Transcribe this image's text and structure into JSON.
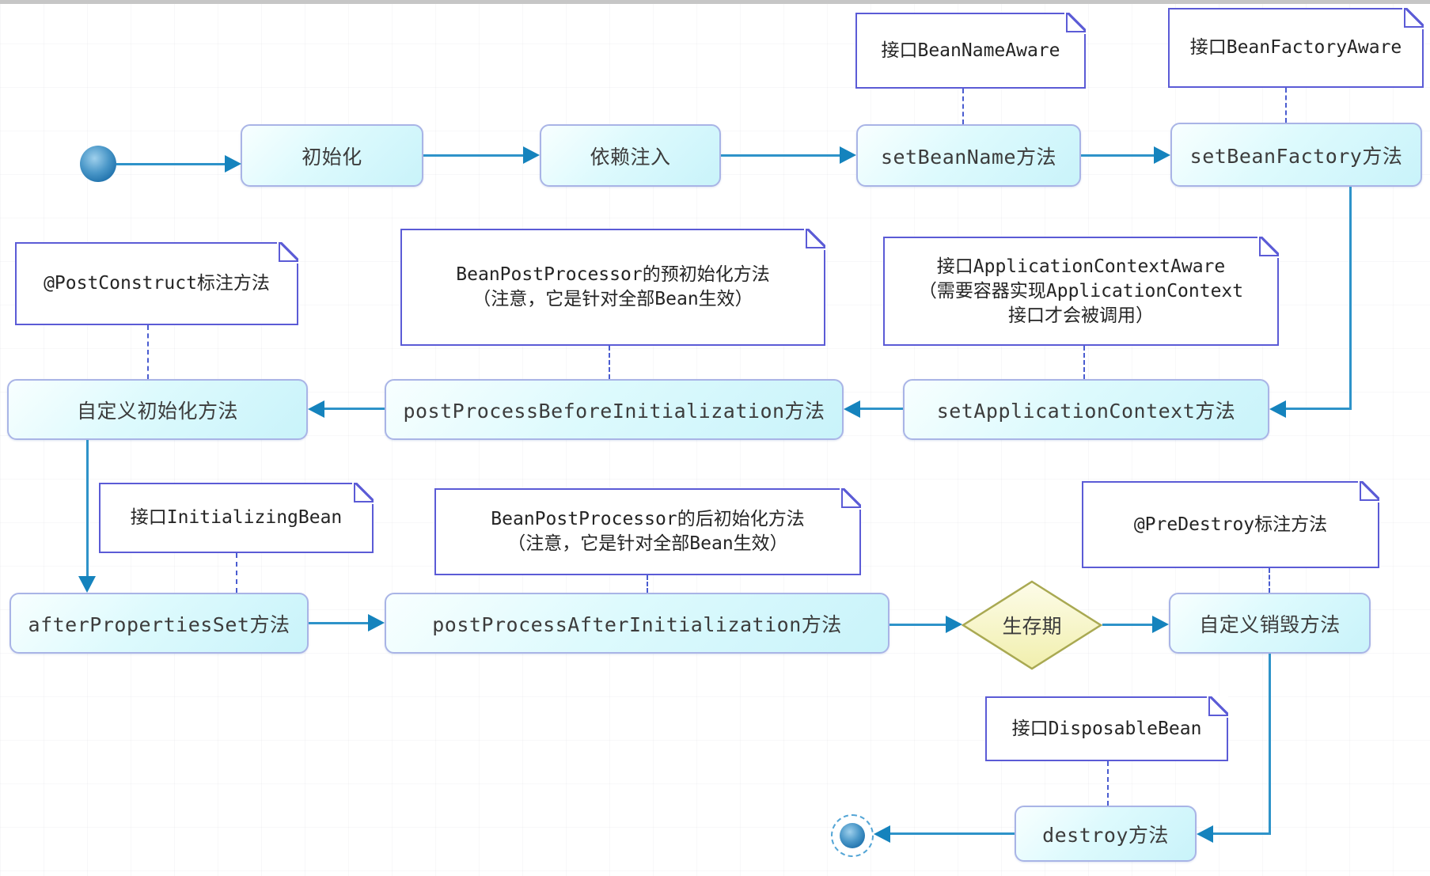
{
  "diagram_type": "activity-flowchart",
  "nodes": {
    "init": {
      "label": "初始化"
    },
    "dependency_injection": {
      "label": "依赖注入"
    },
    "set_bean_name": {
      "label": "setBeanName方法"
    },
    "set_bean_factory": {
      "label": "setBeanFactory方法"
    },
    "custom_init": {
      "label": "自定义初始化方法"
    },
    "post_process_before_initialization": {
      "label": "postProcessBeforeInitialization方法"
    },
    "set_application_context": {
      "label": "setApplicationContext方法"
    },
    "after_properties_set": {
      "label": "afterPropertiesSet方法"
    },
    "post_process_after_initialization": {
      "label": "postProcessAfterInitialization方法"
    },
    "lifetime_decision": {
      "label": "生存期"
    },
    "custom_destroy": {
      "label": "自定义销毁方法"
    },
    "destroy": {
      "label": "destroy方法"
    }
  },
  "notes": {
    "bean_name_aware": {
      "lines": [
        "接口BeanNameAware"
      ]
    },
    "bean_factory_aware": {
      "lines": [
        "接口BeanFactoryAware"
      ]
    },
    "post_construct": {
      "lines": [
        "@PostConstruct标注方法"
      ]
    },
    "bpp_before": {
      "lines": [
        "BeanPostProcessor的预初始化方法",
        "（注意，它是针对全部Bean生效）"
      ]
    },
    "application_context_aware": {
      "lines": [
        "接口ApplicationContextAware",
        "（需要容器实现ApplicationContext",
        "接口才会被调用）"
      ]
    },
    "initializing_bean": {
      "lines": [
        "接口InitializingBean"
      ]
    },
    "bpp_after": {
      "lines": [
        "BeanPostProcessor的后初始化方法",
        "（注意，它是针对全部Bean生效）"
      ]
    },
    "pre_destroy": {
      "lines": [
        "@PreDestroy标注方法"
      ]
    },
    "disposable_bean": {
      "lines": [
        "接口DisposableBean"
      ]
    }
  },
  "colors": {
    "node_fill_top": "#f8ffff",
    "node_fill_bottom": "#c9f3fa",
    "node_border": "#a9b4e6",
    "note_border": "#5b5bd6",
    "note_fill": "#ffffff",
    "edge_line": "#2e93c9",
    "edge_arrowhead": "#1583bd",
    "connector_dashed": "#4a5cd0",
    "diamond_fill": "#f7f5c9",
    "diamond_border": "#a9a952",
    "terminal_fill": "#176aa6",
    "text": "#3c3c3c"
  }
}
